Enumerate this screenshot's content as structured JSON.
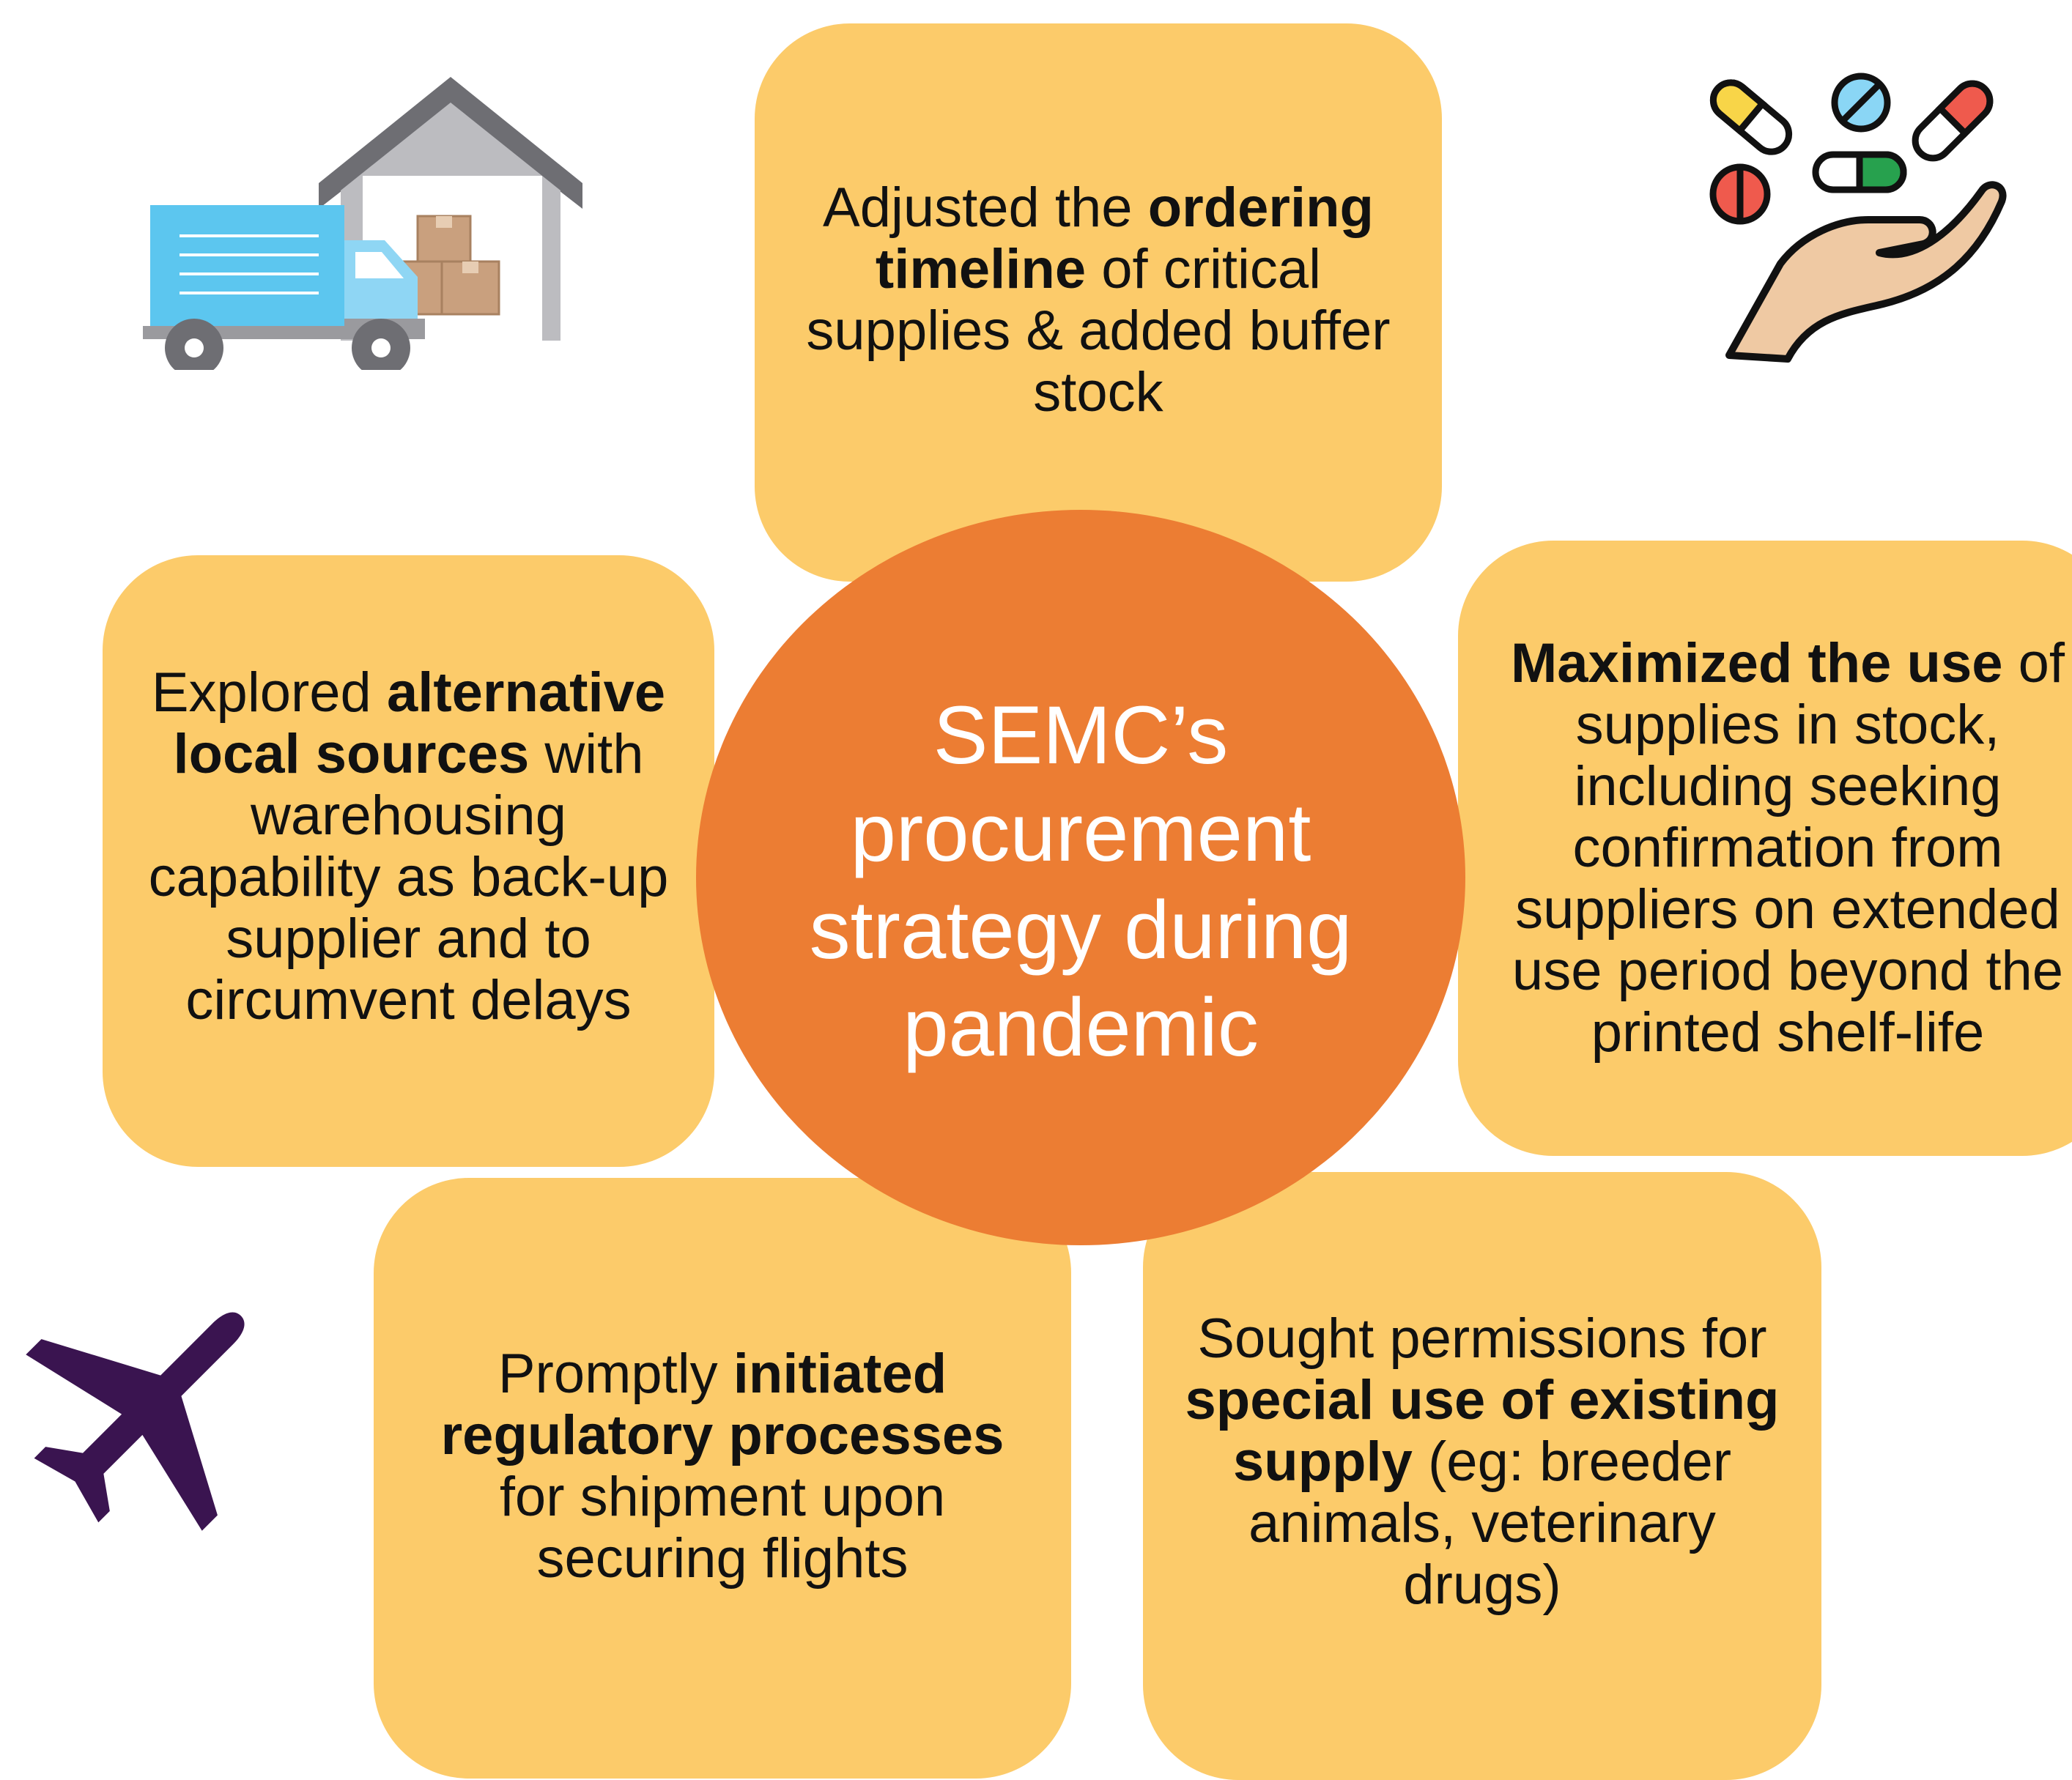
{
  "center": {
    "title": "SEMC’s procurement strategy during pandemic"
  },
  "cards": {
    "top": {
      "t1": "Adjusted the ",
      "b1": "ordering timeline",
      "t2": " of critical supplies & added buffer stock"
    },
    "left": {
      "t1": "Explored ",
      "b1": "alternative local sources",
      "t2": " with warehousing capability as back-up supplier and to circumvent delays"
    },
    "right": {
      "b1": "Maximized the use",
      "t1": " of supplies in stock, including seeking confirmation from suppliers on extended use period beyond the printed shelf-life"
    },
    "bottom_left": {
      "t1": "Promptly ",
      "b1": "initiated regulatory processes",
      "t2": " for shipment upon securing flights"
    },
    "bottom_right": {
      "t1": "Sought permissions for ",
      "b1": "special use of existing supply",
      "t2": " (eg: breeder animals, veterinary drugs)"
    }
  },
  "colors": {
    "card_fill": "#fccb6a",
    "center_fill": "#ec7d33",
    "center_text": "#ffffff",
    "body_text": "#111111",
    "plane": "#3a1450",
    "truck": "#5cc6ef",
    "warehouse_roof": "#6e6e73",
    "box": "#c9a07e"
  },
  "icons": {
    "warehouse": "warehouse-truck-icon",
    "medicine": "hand-pills-icon",
    "plane": "airplane-icon"
  }
}
